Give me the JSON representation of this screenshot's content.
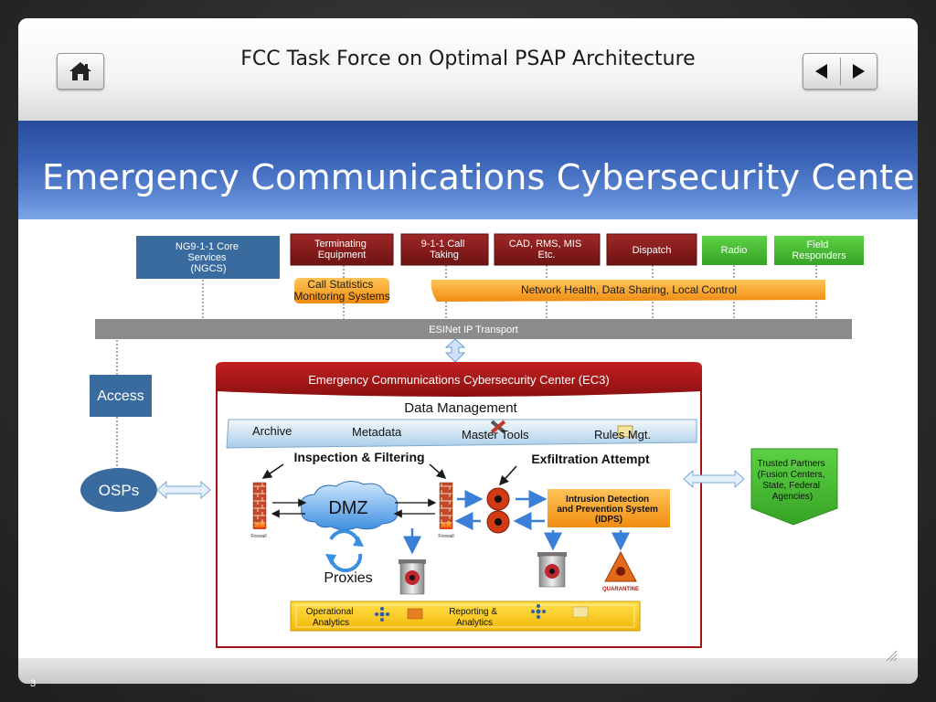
{
  "header": {
    "text": "FCC Task Force on Optimal PSAP Architecture",
    "home_button": "home-icon",
    "prev_button": "triangle-left-icon",
    "next_button": "triangle-right-icon"
  },
  "slide": {
    "title": "Emergency Communications Cybersecurity Center",
    "number": "3"
  },
  "diagram": {
    "top_boxes": {
      "ngcs": "NG9-1-1 Core Services (NGCS)",
      "terminating": "Terminating Equipment",
      "call_taking": "9-1-1 Call Taking",
      "cad": "CAD, RMS, MIS Etc.",
      "dispatch": "Dispatch",
      "radio": "Radio",
      "field": "Field Responders"
    },
    "call_stats": "Call Statistics Monitoring Systems",
    "network_health": "Network Health, Data Sharing, Local Control",
    "esinet": "ESINet IP Transport",
    "access": "Access",
    "osps": "OSPs",
    "ec3_title": "Emergency Communications Cybersecurity Center (EC3)",
    "data_management": "Data Management",
    "dm_items": {
      "archive": "Archive",
      "metadata": "Metadata",
      "master_tools": "Master Tools",
      "rules": "Rules Mgt."
    },
    "inspection": "Inspection & Filtering",
    "exfiltration": "Exfiltration Attempt",
    "dmz": "DMZ",
    "proxies": "Proxies",
    "firewall_label": "Firewall",
    "idps": "Intrusion Detection and Prevention System (IDPS)",
    "quarantine": "QUARANTINE",
    "operational_analytics": "Operational Analytics",
    "reporting_analytics": "Reporting & Analytics",
    "trusted_partners": "Trusted Partners (Fusion Centers, State, Federal Agencies)",
    "colors": {
      "ngcs_blue": "#3a6b9e",
      "maroon": "#8b1a1a",
      "green": "#46b833",
      "orange": "#f39c1c",
      "esinet_gray": "#8c8c8c",
      "ec3_red": "#a31414"
    }
  }
}
